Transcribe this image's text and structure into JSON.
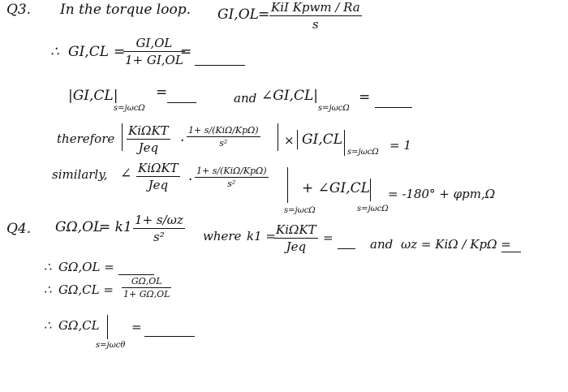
{
  "q3": {
    "label": "Q3.",
    "intro": "In the torque loop.",
    "g_ol": "GI,OL",
    "eq": "=",
    "ol_num": "KiI Kpwm / Ra",
    "ol_den": "s",
    "therefore": "∴",
    "g_cl": "GI,CL",
    "cl_num": "GI,OL",
    "cl_den": "1+ GI,OL",
    "mag_expr": "|GI,CL|",
    "mag_sub": "s=jωcΩ",
    "and": "and",
    "phase_expr": "∠GI,CL|",
    "phase_sub": "s=jωcΩ",
    "therefore_word": "therefore",
    "t_frac1_num": "KiΩKT",
    "t_frac1_den": "Jeq",
    "dot": "·",
    "t_frac2_num": "1+ s/(KiΩ/KpΩ)",
    "t_frac2_den": "s²",
    "times": "×",
    "t_gcl": "GI,CL",
    "t_sub": "s=jωcΩ",
    "eq_one": "= 1",
    "similarly": "similarly,",
    "angle": "∠",
    "s_frac1_num": "KiΩKT",
    "s_frac1_den": "Jeq",
    "s_frac2_num": "1+ s/(KiΩ/KpΩ)",
    "s_frac2_den": "s²",
    "s_sub1": "s=jωcΩ",
    "plus_angle": "+ ∠GI,CL",
    "s_sub2": "s=jωcΩ",
    "s_rhs": "= -180° + φpm,Ω"
  },
  "q4": {
    "label": "Q4.",
    "g_ol": "GΩ,OL",
    "eq_k1": "= k1",
    "frac_num": "1+ s/ωz",
    "frac_den": "s²",
    "where": "where",
    "k1": "k1 =",
    "k1_num": "KiΩKT",
    "k1_den": "Jeq",
    "and": "and",
    "wz": "ωz = KiΩ / KpΩ =",
    "therefore": "∴",
    "g_ol2": "GΩ,OL =",
    "g_cl": "GΩ,CL =",
    "cl_num": "GΩ,OL",
    "cl_den": "1+ GΩ,OL",
    "mag": "GΩ,CL",
    "eq": "=",
    "sub": "s=jωcθ"
  }
}
